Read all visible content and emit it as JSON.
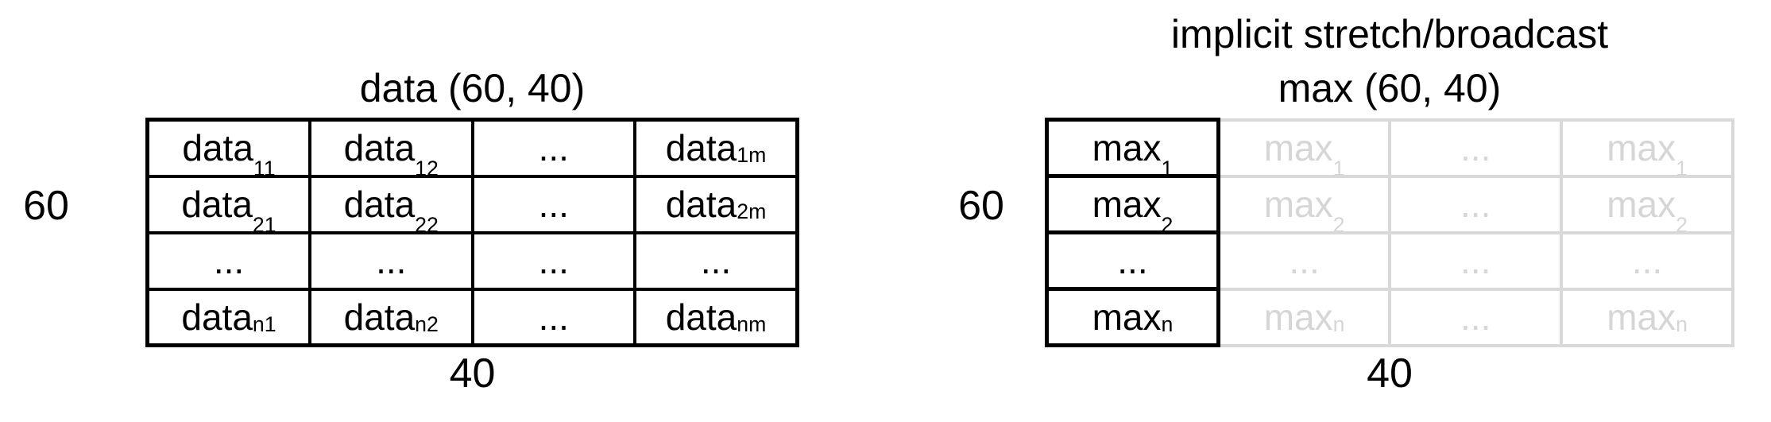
{
  "left_panel": {
    "title": "data (60, 40)",
    "row_dim": "60",
    "col_dim": "40",
    "rows": [
      [
        {
          "base": "data",
          "sub": "11",
          "sub_pos": "low"
        },
        {
          "base": "data",
          "sub": "12",
          "sub_pos": "low"
        },
        {
          "base": "...",
          "sub": ""
        },
        {
          "base": "data",
          "sub": "1m",
          "sub_pos": "base"
        }
      ],
      [
        {
          "base": "data",
          "sub": "21",
          "sub_pos": "low"
        },
        {
          "base": "data",
          "sub": "22",
          "sub_pos": "low"
        },
        {
          "base": "...",
          "sub": ""
        },
        {
          "base": "data",
          "sub": "2m",
          "sub_pos": "base"
        }
      ],
      [
        {
          "base": "...",
          "sub": ""
        },
        {
          "base": "...",
          "sub": ""
        },
        {
          "base": "...",
          "sub": ""
        },
        {
          "base": "...",
          "sub": ""
        }
      ],
      [
        {
          "base": "data",
          "sub": "n1",
          "sub_pos": "base"
        },
        {
          "base": "data",
          "sub": "n2",
          "sub_pos": "base"
        },
        {
          "base": "...",
          "sub": ""
        },
        {
          "base": "data",
          "sub": "nm",
          "sub_pos": "base"
        }
      ]
    ]
  },
  "right_panel": {
    "heading": "implicit stretch/broadcast",
    "title": "max (60, 40)",
    "row_dim": "60",
    "col_dim": "40",
    "rows": [
      [
        {
          "base": "max",
          "sub": "1",
          "sub_pos": "low",
          "tone": "solid"
        },
        {
          "base": "max",
          "sub": "1",
          "sub_pos": "low",
          "tone": "ghost"
        },
        {
          "base": "...",
          "sub": "",
          "tone": "ghost"
        },
        {
          "base": "max",
          "sub": "1",
          "sub_pos": "low",
          "tone": "ghost"
        }
      ],
      [
        {
          "base": "max",
          "sub": "2",
          "sub_pos": "low",
          "tone": "solid"
        },
        {
          "base": "max",
          "sub": "2",
          "sub_pos": "low",
          "tone": "ghost"
        },
        {
          "base": "...",
          "sub": "",
          "tone": "ghost"
        },
        {
          "base": "max",
          "sub": "2",
          "sub_pos": "low",
          "tone": "ghost"
        }
      ],
      [
        {
          "base": "...",
          "sub": "",
          "tone": "solid"
        },
        {
          "base": "...",
          "sub": "",
          "tone": "ghost"
        },
        {
          "base": "...",
          "sub": "",
          "tone": "ghost"
        },
        {
          "base": "...",
          "sub": "",
          "tone": "ghost"
        }
      ],
      [
        {
          "base": "max",
          "sub": "n",
          "sub_pos": "base",
          "tone": "solid"
        },
        {
          "base": "max",
          "sub": "n",
          "sub_pos": "base",
          "tone": "ghost"
        },
        {
          "base": "...",
          "sub": "",
          "tone": "ghost"
        },
        {
          "base": "max",
          "sub": "n",
          "sub_pos": "base",
          "tone": "ghost"
        }
      ]
    ]
  },
  "colors": {
    "ink": "#000000",
    "ghost_text": "#d6d6d6",
    "ghost_border": "#d9d9d9",
    "background": "#ffffff"
  }
}
